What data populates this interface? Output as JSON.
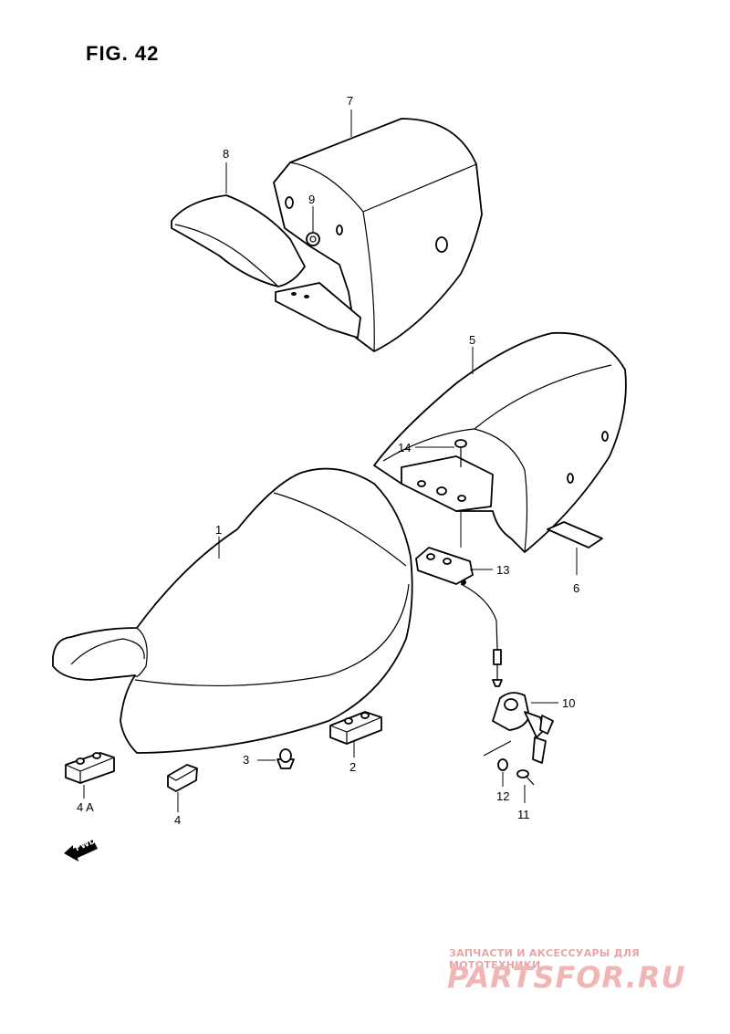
{
  "figure": {
    "title": "FIG. 42"
  },
  "callouts": [
    {
      "id": "1",
      "text": "1"
    },
    {
      "id": "2",
      "text": "2"
    },
    {
      "id": "3",
      "text": "3"
    },
    {
      "id": "4",
      "text": "4"
    },
    {
      "id": "4A",
      "text": "4 A"
    },
    {
      "id": "5",
      "text": "5"
    },
    {
      "id": "6",
      "text": "6"
    },
    {
      "id": "7",
      "text": "7"
    },
    {
      "id": "8",
      "text": "8"
    },
    {
      "id": "9",
      "text": "9"
    },
    {
      "id": "10",
      "text": "10"
    },
    {
      "id": "11",
      "text": "11"
    },
    {
      "id": "12",
      "text": "12"
    },
    {
      "id": "13",
      "text": "13"
    },
    {
      "id": "14",
      "text": "14"
    }
  ],
  "direction_marker": {
    "label": "FWD",
    "icon": "fwd-arrow-icon"
  },
  "watermark": {
    "subtitle": "ЗАПЧАСТИ И АКСЕССУАРЫ ДЛЯ МОТОТЕХНИКИ",
    "logo": "PARTSFOR.RU",
    "color": "#f0b6b6"
  }
}
